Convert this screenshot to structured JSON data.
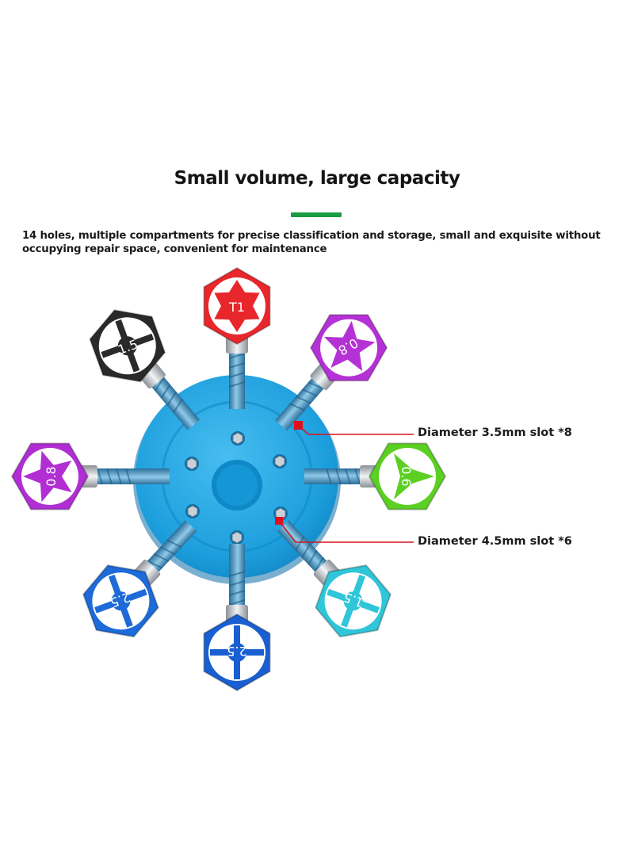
{
  "heading": {
    "title": "Small volume, large capacity",
    "accent_color": "#1a9c43"
  },
  "description": "14 holes, multiple compartments for precise classification and storage, small and exquisite without occupying repair space, convenient for maintenance",
  "callouts": [
    {
      "label": "Diameter 3.5mm slot *8",
      "marker_color": "#e0101a"
    },
    {
      "label": "Diameter 4.5mm slot *6",
      "marker_color": "#e0101a"
    }
  ],
  "holder": {
    "color": "#1ea6e3"
  },
  "bits": [
    {
      "label": "T1",
      "tip": "torx-star",
      "color": "#e8262b"
    },
    {
      "label": "0.8",
      "tip": "pentalobe",
      "color": "#b531d6"
    },
    {
      "label": "0.6",
      "tip": "tri-wing",
      "color": "#5bd022"
    },
    {
      "label": "1.5",
      "tip": "cross",
      "color": "#2ec6d8"
    },
    {
      "label": "2.5",
      "tip": "cross",
      "color": "#1a5fd2"
    },
    {
      "label": "2.5",
      "tip": "cross",
      "color": "#1d6ad8"
    },
    {
      "label": "0.8",
      "tip": "pentalobe",
      "color": "#b12ed3"
    },
    {
      "label": "1.5",
      "tip": "cross",
      "color": "#2a2a2a"
    }
  ]
}
